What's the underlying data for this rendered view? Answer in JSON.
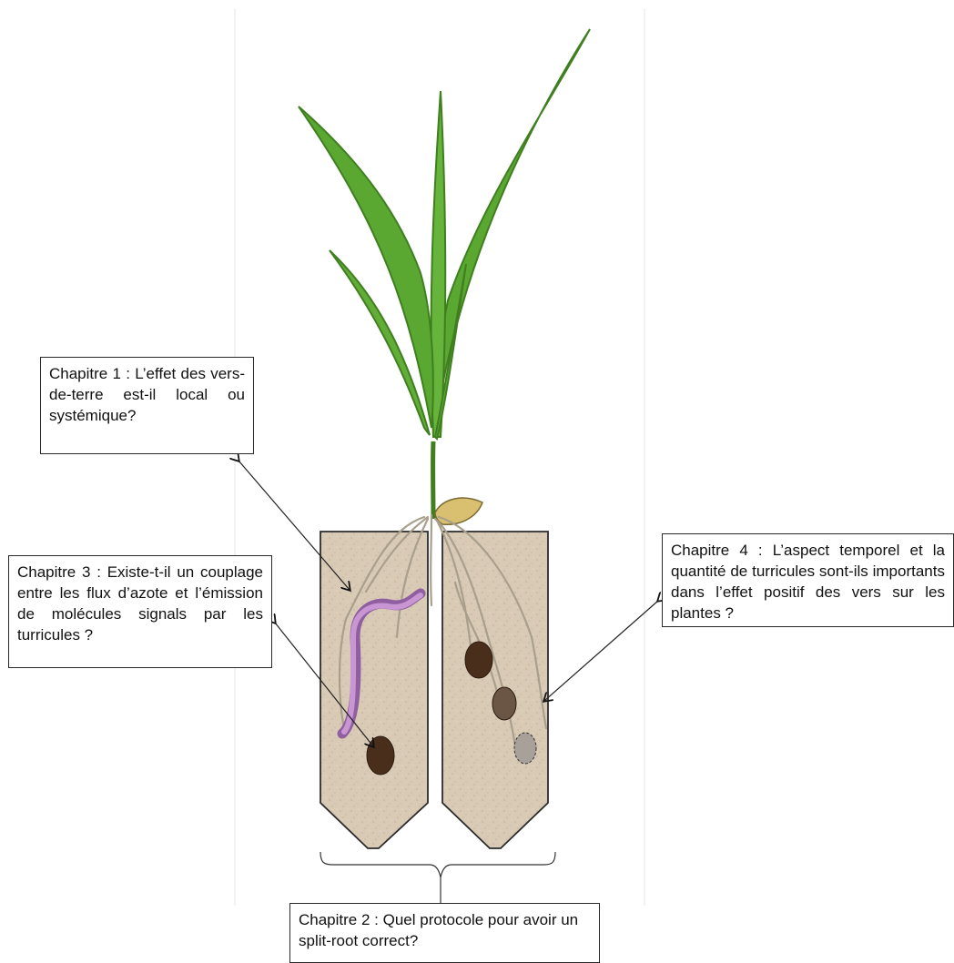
{
  "boxes": {
    "chapter1": {
      "text": "Chapitre 1 :   L’effet des vers-de-terre est-il local ou systémique?"
    },
    "chapter3": {
      "text": "Chapitre 3 : Existe-t-il un couplage entre les flux d’azote et l’émission de molécules signals par les turricules ?"
    },
    "chapter4": {
      "text": "Chapitre 4 : L’aspect temporel et la quantité de turricules sont-ils importants dans l’effet positif des vers sur les plantes ?"
    },
    "chapter2": {
      "text": "Chapitre 2 : Quel protocole pour avoir un split-root correct?"
    }
  },
  "colors": {
    "leaf": "#5aa832",
    "leaf_outline": "#3f7f1f",
    "soil": "#d9cab6",
    "soil_outline": "#2b2b2b",
    "root": "#a89f8c",
    "worm": "#b079b8",
    "cast_dark": "#4a2e1c",
    "cast_mid": "#6b5645",
    "cast_light": "#a8a19a",
    "seed": "#d8c070"
  }
}
